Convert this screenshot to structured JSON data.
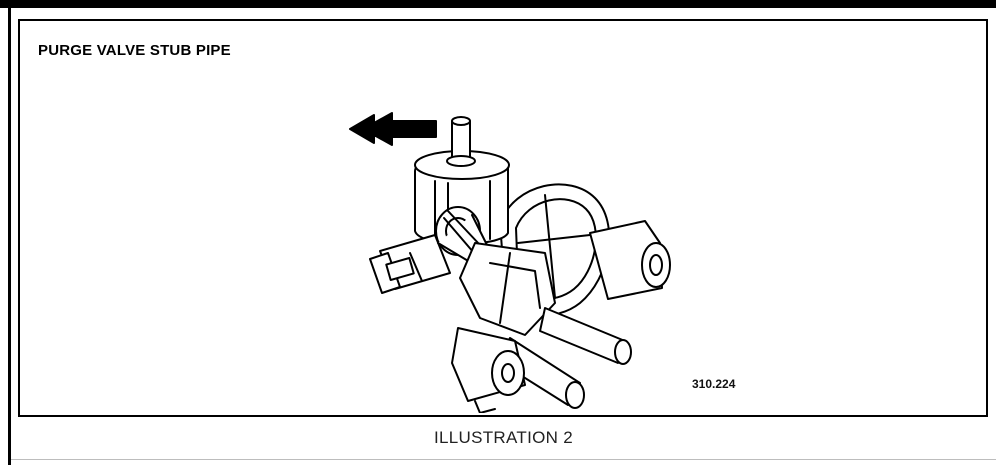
{
  "figure": {
    "title": "PURGE VALVE STUB PIPE",
    "reference_number": "310.224",
    "caption": "ILLUSTRATION 2"
  },
  "colors": {
    "line": "#000000",
    "background": "#ffffff",
    "caption_text": "#222222"
  }
}
